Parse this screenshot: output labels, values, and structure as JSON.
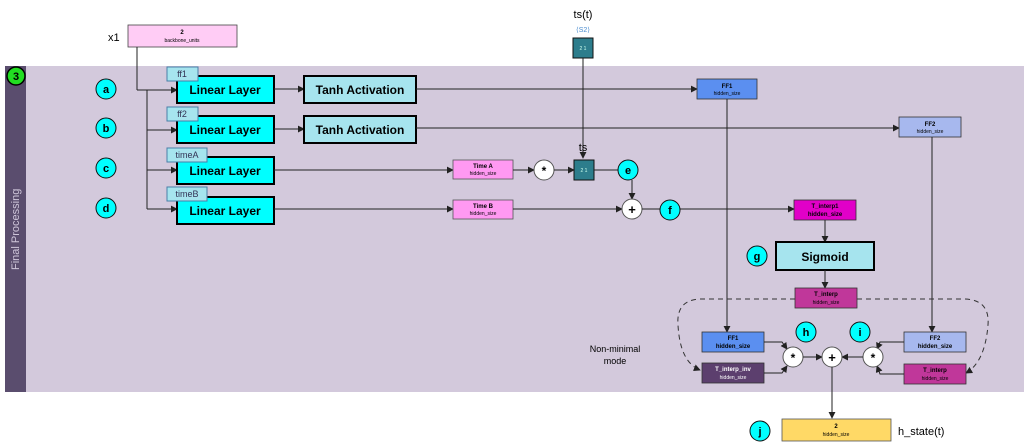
{
  "panel": {
    "title": "Final Processing",
    "number": "3"
  },
  "inputs": {
    "x1": {
      "label": "x1",
      "value": "2",
      "sub": "backbone_units"
    },
    "ts_t": {
      "label": "ts(t)",
      "dim_arrow": "⟨S2⟩",
      "value": "2 1"
    },
    "ts": {
      "label": "ts",
      "value": "2 1"
    }
  },
  "branches": [
    {
      "marker": "a",
      "tag": "ff1",
      "layer": "Linear Layer",
      "activation": "Tanh Activation"
    },
    {
      "marker": "b",
      "tag": "ff2",
      "layer": "Linear Layer",
      "activation": "Tanh Activation"
    },
    {
      "marker": "c",
      "tag": "timeA",
      "layer": "Linear Layer"
    },
    {
      "marker": "d",
      "tag": "timeB",
      "layer": "Linear Layer"
    }
  ],
  "tensors": {
    "ff1_top": {
      "title": "FF1",
      "sub": "hidden_size"
    },
    "ff2_top": {
      "title": "FF2",
      "sub": "hidden_size"
    },
    "time_a": {
      "title": "Time A",
      "sub": "hidden_size"
    },
    "time_b": {
      "title": "Time B",
      "sub": "hidden_size"
    },
    "t_interp1": {
      "title": "T_interp1",
      "sub": "hidden_size"
    },
    "t_interp": {
      "title": "T_interp",
      "sub": "hidden_size"
    },
    "ff1_bot": {
      "title": "FF1",
      "sub": "hidden_size"
    },
    "ff2_bot": {
      "title": "FF2",
      "sub": "hidden_size"
    },
    "t_interp_inv": {
      "title": "T_interp_inv",
      "sub": "hidden_size"
    },
    "t_interp_right": {
      "title": "T_interp",
      "sub": "hidden_size"
    },
    "h_out": {
      "title": "2",
      "sub": "hidden_size"
    }
  },
  "ops": {
    "mul": "*",
    "add": "+"
  },
  "markers": {
    "e": "e",
    "f": "f",
    "g": "g",
    "h": "h",
    "i": "i",
    "j": "j"
  },
  "sigmoid": {
    "label": "Sigmoid"
  },
  "note": {
    "line1": "Non-minimal",
    "line2": "mode"
  },
  "output": {
    "label": "h_state(t)"
  },
  "colors": {
    "panel": "#d3c9dc",
    "sidebar": "#5a4d6e",
    "cyan": "#00ffff",
    "lightcyan": "#a6e4ee",
    "blue": "#5b8ff0",
    "lightblue": "#a7b8ee",
    "pink": "#ff99f2",
    "magenta": "#e100c8",
    "darkmagenta": "#c0379a",
    "teal": "#2d7d8c",
    "yellow": "#ffd966",
    "purple": "#5c3f6e",
    "green": "#22dd22"
  }
}
